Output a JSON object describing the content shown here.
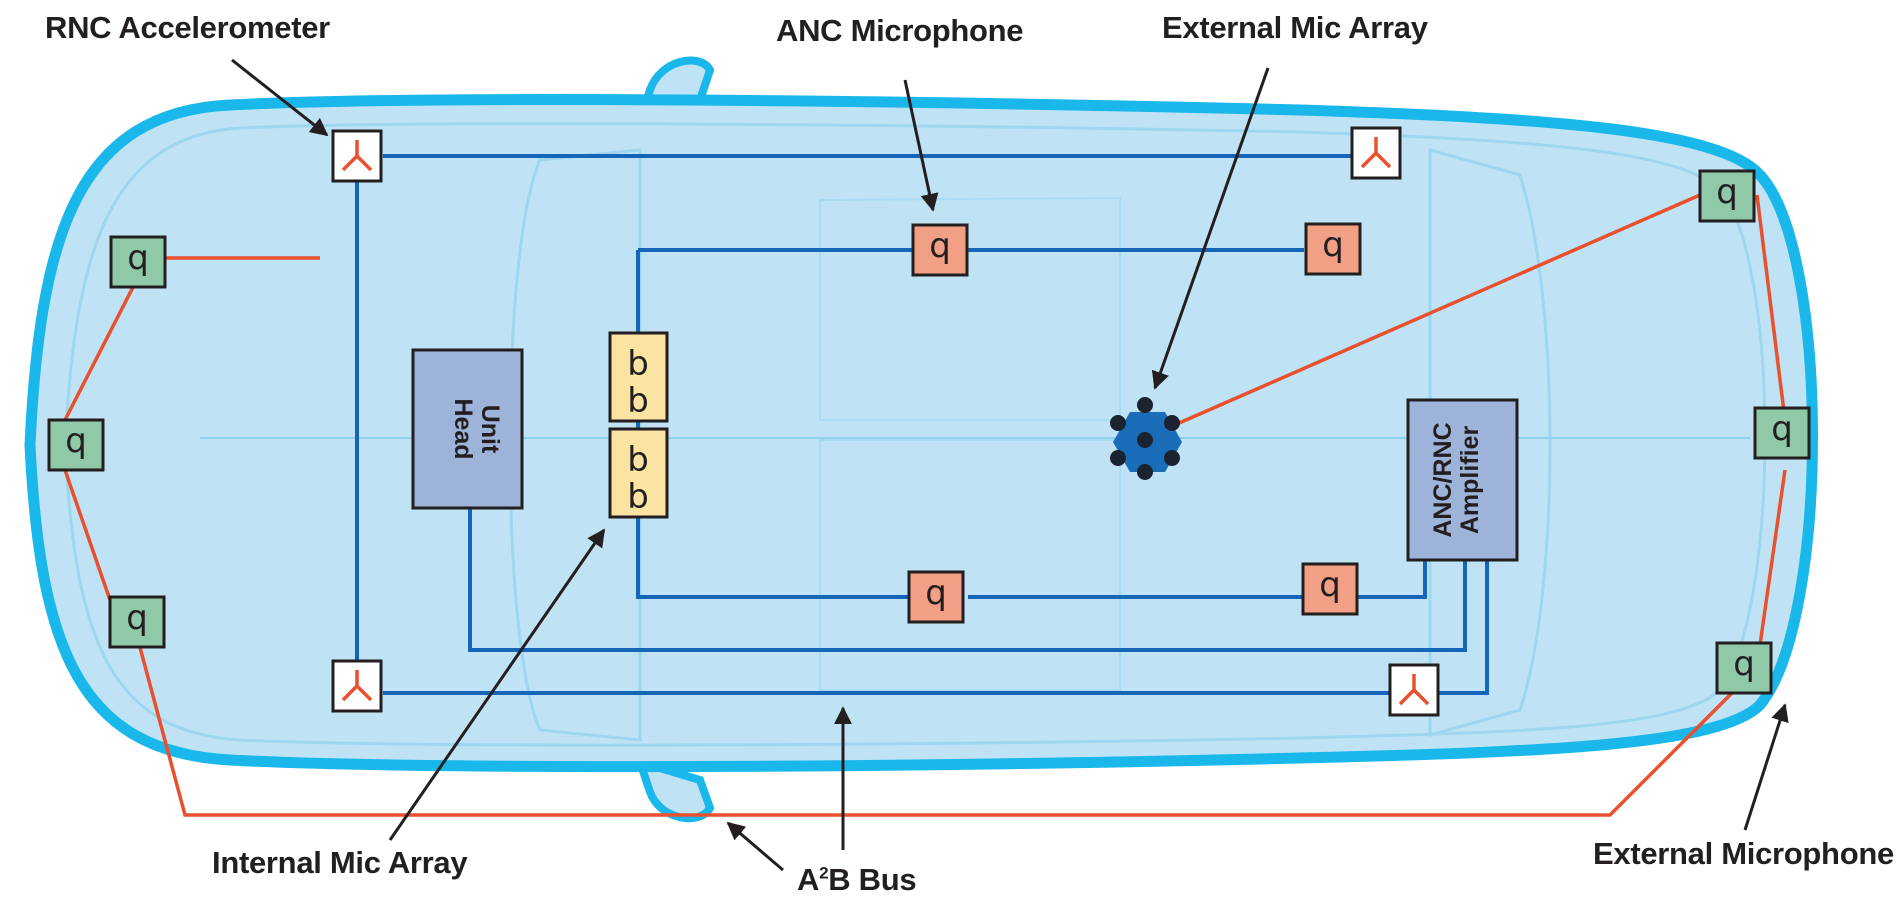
{
  "labels": {
    "rnc_accelerometer": "RNC Accelerometer",
    "anc_microphone": "ANC Microphone",
    "external_mic_array": "External Mic Array",
    "internal_mic_array": "Internal Mic Array",
    "a2b_bus_prefix": "A",
    "a2b_bus_sup": "2",
    "a2b_bus_suffix": "B Bus",
    "external_microphone": "External Microphone"
  },
  "head_unit": {
    "line1": "Head",
    "line2": "Unit"
  },
  "amplifier": {
    "line1": "ANC/RNC",
    "line2": "Amplifier"
  },
  "mic_glyph": "q",
  "internal_mic_glyph": "b",
  "colors": {
    "car_outline": "#1ab8ea",
    "car_fill": "#bfe3f5",
    "bus_blue": "#1565b8",
    "wire_red": "#e8502e",
    "anc_mic_fill": "#f2a085",
    "external_mic_fill": "#8fc9a8",
    "internal_mic_fill": "#fbe3a2",
    "head_unit_fill": "#9db3d9",
    "accel_red": "#e8502e",
    "mic_array_blue": "#1a6db8",
    "text": "#231f20"
  }
}
